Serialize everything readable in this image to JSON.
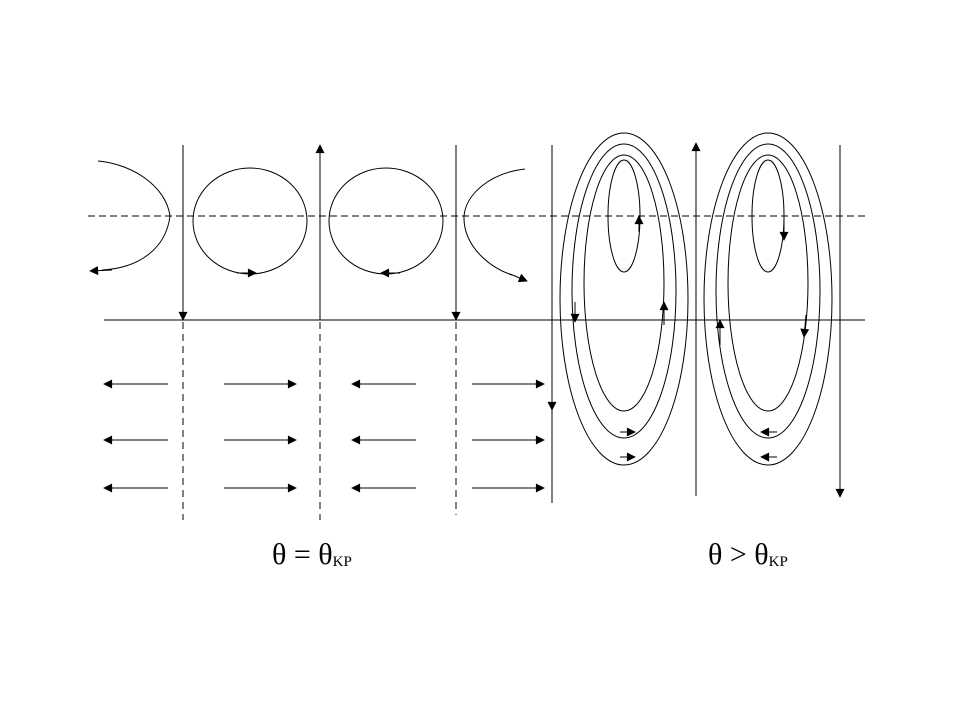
{
  "diagram": {
    "labels": {
      "left": {
        "symbol": "θ",
        "relation": "=",
        "theta": "θ",
        "subscript": "KP"
      },
      "right": {
        "symbol": "θ",
        "relation": ">",
        "theta": "θ",
        "subscript": "KP"
      }
    },
    "colors": {
      "stroke": "#000000",
      "background": "#ffffff"
    }
  }
}
